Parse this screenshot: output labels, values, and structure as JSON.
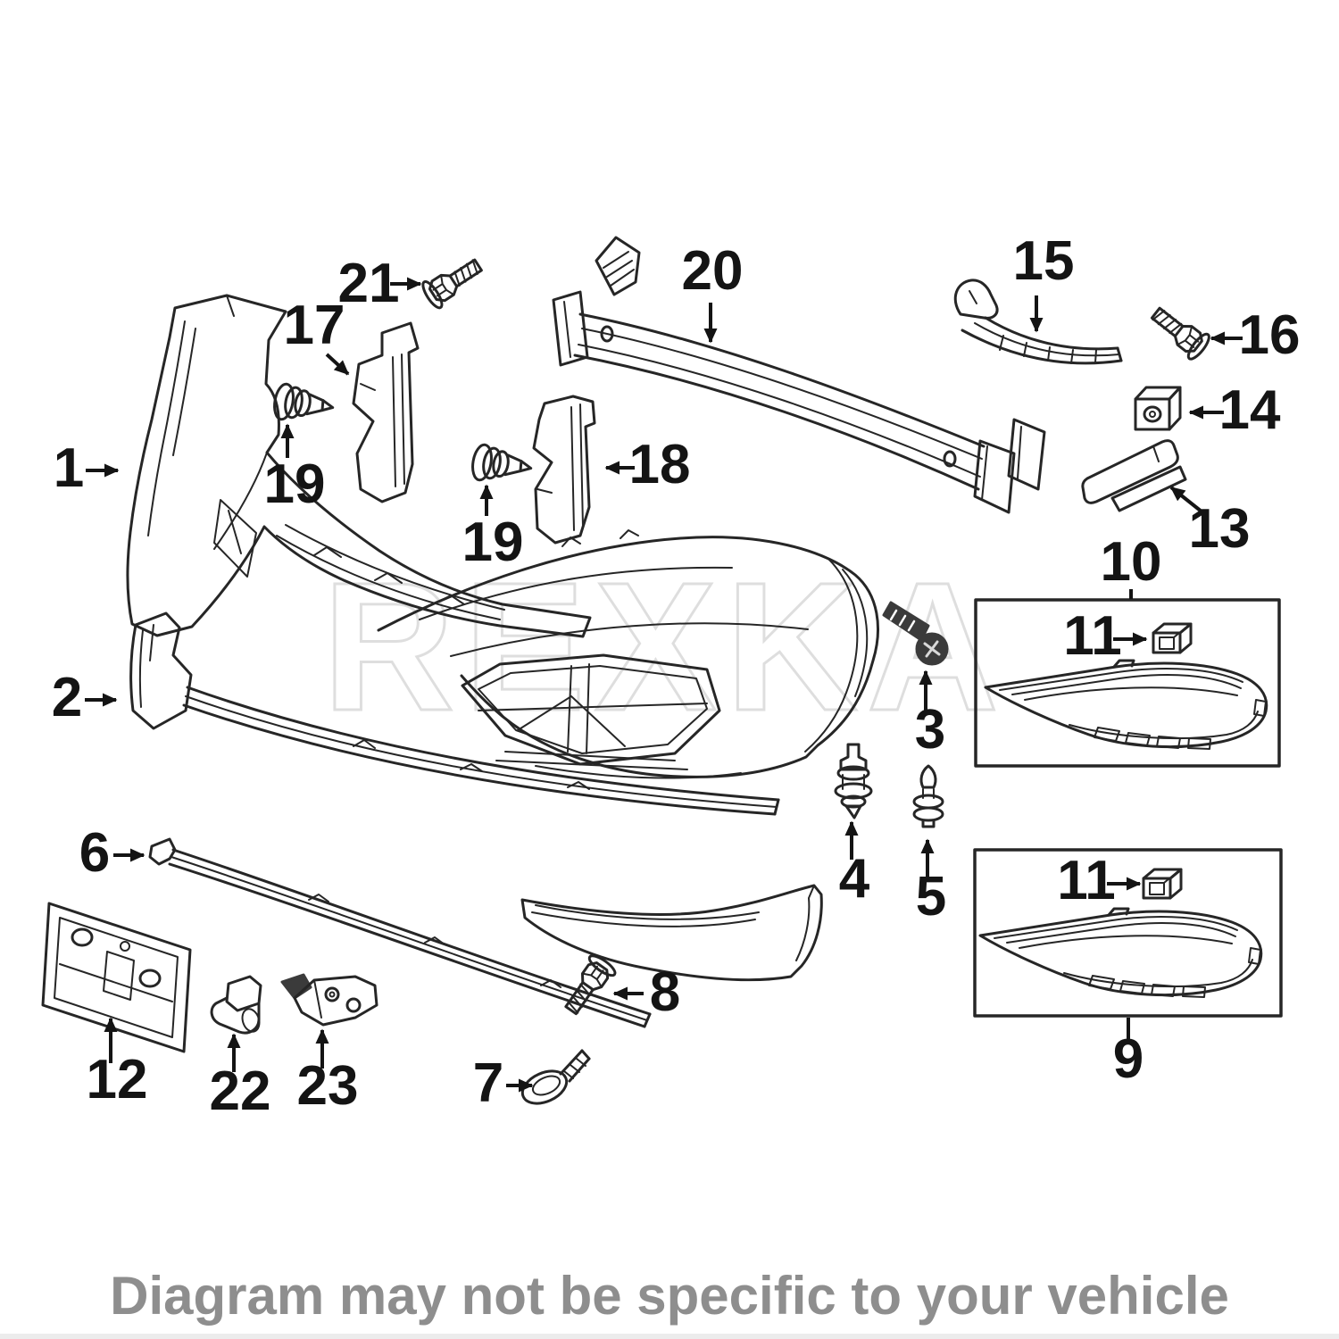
{
  "watermark": "REXKA",
  "caption": "Diagram may not be specific to your vehicle",
  "colors": {
    "line": "#262626",
    "label": "#141414",
    "caption_gray": "#8e8e8e",
    "watermark_gray": "#c9c9c9",
    "dark_screw_fill": "#3b3b3b"
  },
  "callouts": {
    "n1": "1",
    "n2": "2",
    "n3": "3",
    "n4": "4",
    "n5": "5",
    "n6": "6",
    "n7": "7",
    "n8": "8",
    "n9": "9",
    "n10": "10",
    "n11a": "11",
    "n11b": "11",
    "n12": "12",
    "n13": "13",
    "n14": "14",
    "n15": "15",
    "n16": "16",
    "n17": "17",
    "n18": "18",
    "n19a": "19",
    "n19b": "19",
    "n20": "20",
    "n21": "21",
    "n22": "22",
    "n23": "23"
  }
}
